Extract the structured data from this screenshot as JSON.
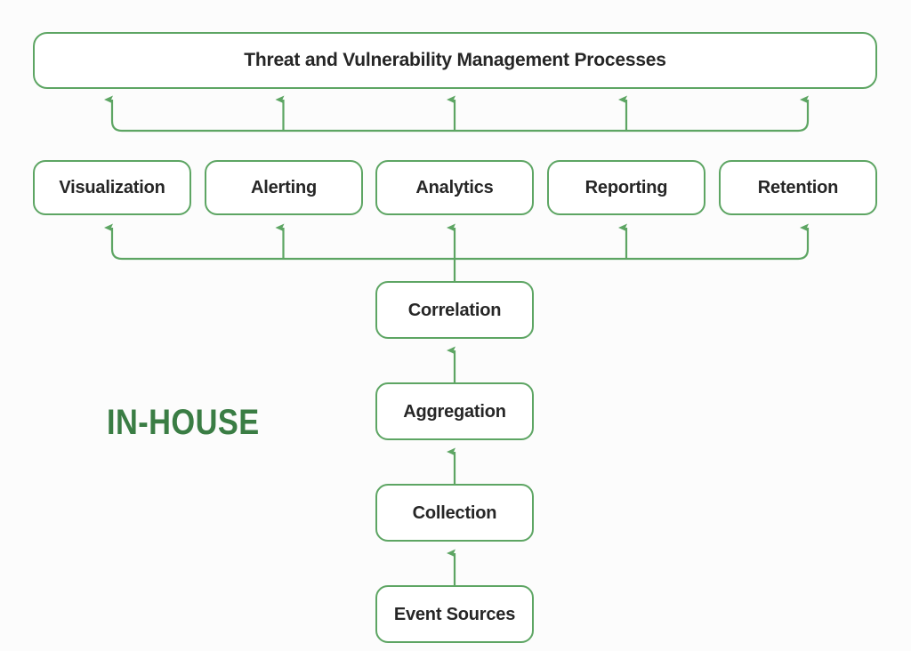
{
  "diagram": {
    "title": "Threat and Vulnerability Management Processes",
    "section_label": "IN-HOUSE",
    "colors": {
      "box_border": "#5da563",
      "box_fill": "#ffffff",
      "connector": "#5da563",
      "label_text": "#262626",
      "section_label_text": "#3a7d44",
      "background": "#fcfcfc"
    },
    "top_box": {
      "label": "Threat and Vulnerability Management Processes"
    },
    "tier_boxes": [
      {
        "label": "Visualization"
      },
      {
        "label": "Alerting"
      },
      {
        "label": "Analytics"
      },
      {
        "label": "Reporting"
      },
      {
        "label": "Retention"
      }
    ],
    "pipeline_boxes": [
      {
        "label": "Correlation"
      },
      {
        "label": "Aggregation"
      },
      {
        "label": "Collection"
      },
      {
        "label": "Event Sources"
      }
    ],
    "connectors": [
      {
        "name": "bus-to-top-box",
        "from": "tier-row",
        "to": "Threat and Vulnerability Management Processes",
        "arrow_count": 5
      },
      {
        "name": "bus-to-tier-row",
        "from": "Correlation",
        "to": "tier-row",
        "arrow_count": 5
      },
      {
        "name": "aggregation-to-correlation",
        "from": "Aggregation",
        "to": "Correlation",
        "arrow_count": 1
      },
      {
        "name": "collection-to-aggregation",
        "from": "Collection",
        "to": "Aggregation",
        "arrow_count": 1
      },
      {
        "name": "event-sources-to-collection",
        "from": "Event Sources",
        "to": "Collection",
        "arrow_count": 1
      }
    ]
  }
}
